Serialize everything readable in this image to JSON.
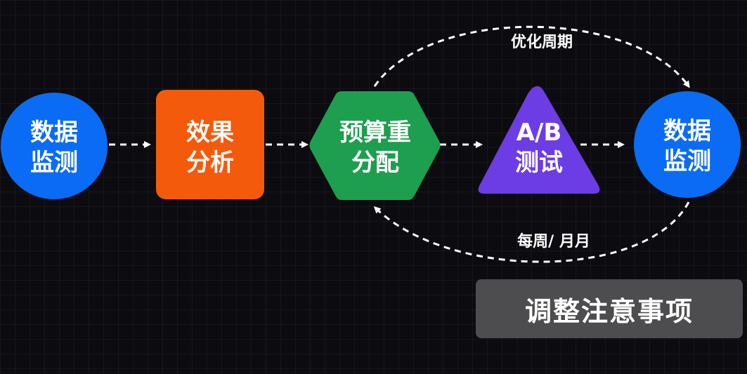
{
  "colors": {
    "background": "#0c0c10",
    "monitor": "#0a6cf5",
    "analysis": "#f45a0c",
    "reallocate": "#1e9e4f",
    "abtest": "#6c3ce4",
    "note_box": "#4d4d4f"
  },
  "nodes": {
    "monitor_start": {
      "line1": "数据",
      "line2": "监测"
    },
    "analysis": {
      "line1": "效果",
      "line2": "分析"
    },
    "reallocate": {
      "line1": "预算重",
      "line2": "分配"
    },
    "abtest": {
      "line1": "A/B",
      "line2": "测试"
    },
    "monitor_end": {
      "line1": "数据",
      "line2": "监测"
    }
  },
  "edges": {
    "top_loop_label": "优化周期",
    "bottom_loop_label": "每周/ 月月"
  },
  "note": {
    "label": "调整注意事项"
  }
}
